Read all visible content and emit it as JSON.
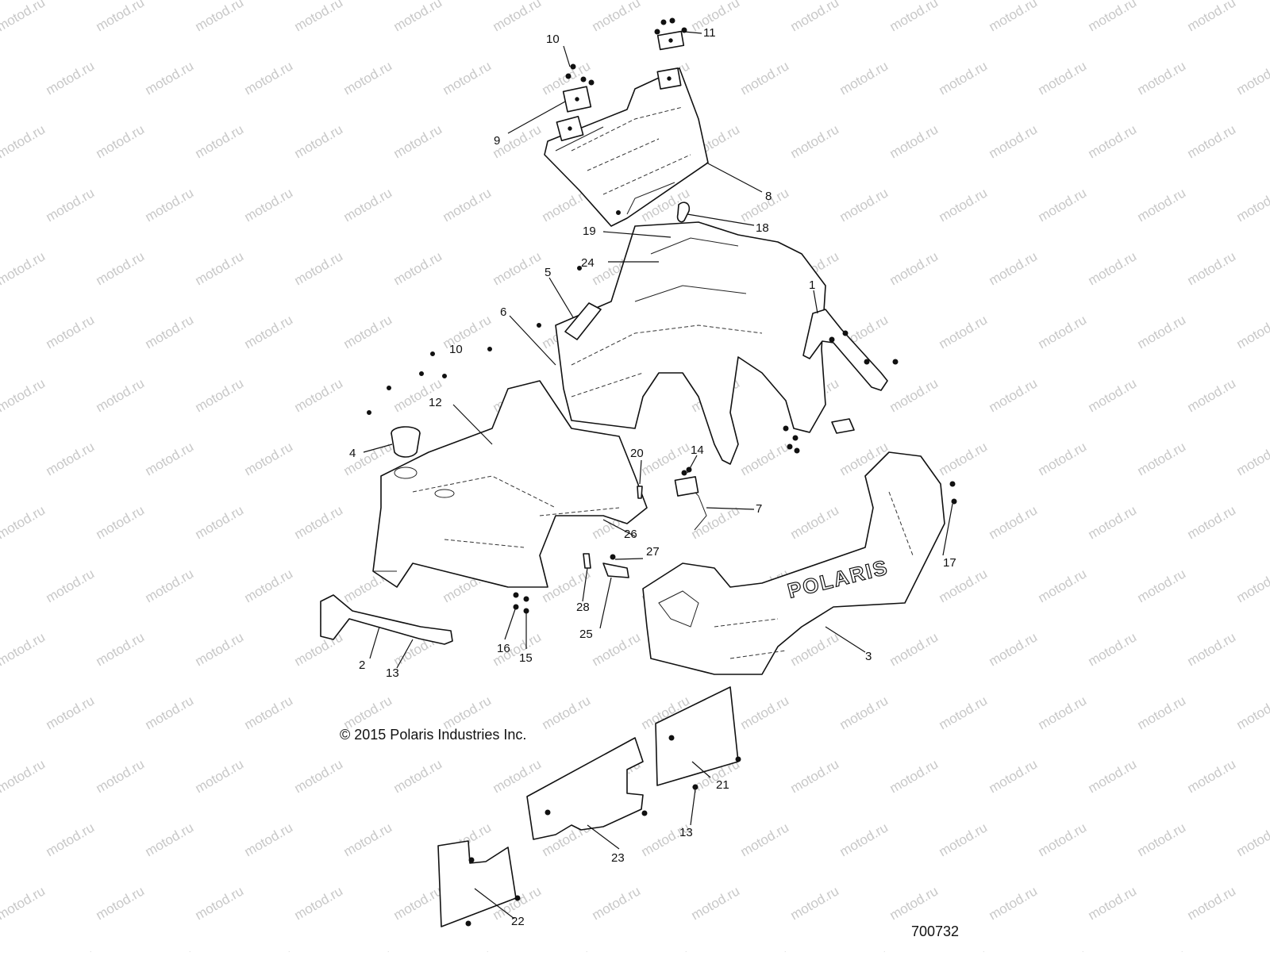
{
  "diagram": {
    "watermark": "motod.ru",
    "copyright": "© 2015 Polaris Industries Inc.",
    "reference_number": "700732",
    "brand_mark": "POLARIS",
    "callouts": {
      "c1": "1",
      "c2": "2",
      "c3": "3",
      "c4": "4",
      "c5": "5",
      "c6": "6",
      "c7": "7",
      "c8": "8",
      "c9": "9",
      "c10a": "10",
      "c10b": "10",
      "c11": "11",
      "c12": "12",
      "c13a": "13",
      "c13b": "13",
      "c14": "14",
      "c15": "15",
      "c16": "16",
      "c17": "17",
      "c18": "18",
      "c19": "19",
      "c20": "20",
      "c21": "21",
      "c22": "22",
      "c23": "23",
      "c24": "24",
      "c25": "25",
      "c26": "26",
      "c27": "27",
      "c28": "28"
    }
  }
}
